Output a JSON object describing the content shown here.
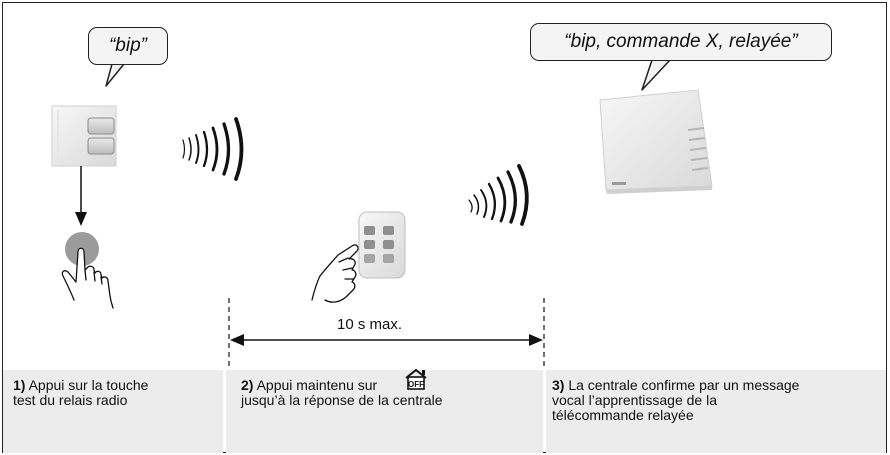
{
  "speech_bubbles": {
    "relay": "“bip”",
    "central": "“bip, commande X, relayée”"
  },
  "timing": {
    "label": "10 s max."
  },
  "steps": [
    {
      "number": "1)",
      "line1": "Appui sur la touche",
      "line2": "test du relais radio",
      "line3": ""
    },
    {
      "number": "2)",
      "line1": "Appui maintenu sur",
      "line2": "jusqu’à la réponse de la centrale",
      "line3": ""
    },
    {
      "number": "3)",
      "line1": "La centrale confirme par un message",
      "line2": "vocal l’apprentissage de la",
      "line3": "télécommande relayée"
    }
  ],
  "off_icon": {
    "name": "house-off-icon",
    "text": "OFF"
  },
  "colors": {
    "panel_bg": "#ececec",
    "line": "#222222",
    "button_grey": "#9b9b9b"
  }
}
